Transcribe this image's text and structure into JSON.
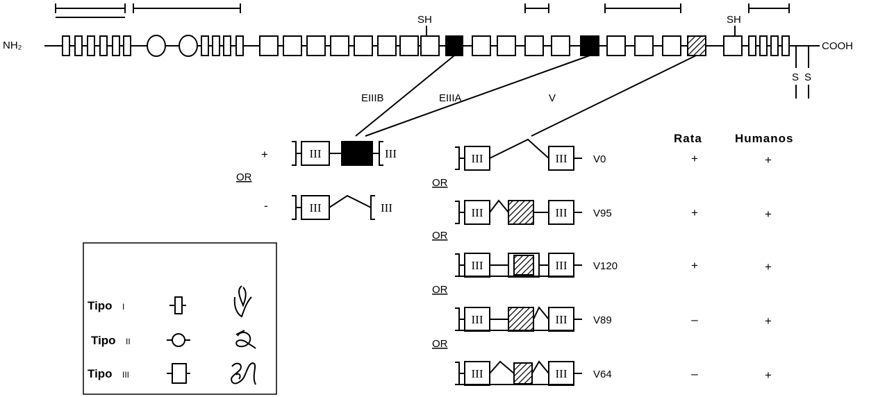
{
  "protein": {
    "n_terminus": "NH₂",
    "c_terminus": "COOH",
    "sh_label": "SH",
    "s_label": "S"
  },
  "splice_sites": {
    "eiiib": "EIIIB",
    "eiiia": "EIIIA",
    "v": "V"
  },
  "eiii_variants": {
    "included_sign": "+",
    "excluded_sign": "-",
    "or_label": "OR",
    "module_label": "III"
  },
  "v_region": {
    "or_label": "OR",
    "module_label": "III",
    "columns": [
      "Rata",
      "Humanos"
    ],
    "rows": [
      {
        "name": "V0",
        "rata": "+",
        "humanos": "+"
      },
      {
        "name": "V95",
        "rata": "+",
        "humanos": "+"
      },
      {
        "name": "V120",
        "rata": "+",
        "humanos": "+"
      },
      {
        "name": "V89",
        "rata": "–",
        "humanos": "+"
      },
      {
        "name": "V64",
        "rata": "–",
        "humanos": "+"
      }
    ]
  },
  "legend": {
    "items": [
      {
        "label": "Tipo",
        "numeral": "I",
        "icon": "type-i-module-icon",
        "fold_icon": "type-i-fold-icon"
      },
      {
        "label": "Tipo",
        "numeral": "II",
        "icon": "type-ii-module-icon",
        "fold_icon": "type-ii-fold-icon"
      },
      {
        "label": "Tipo",
        "numeral": "III",
        "icon": "type-iii-module-icon",
        "fold_icon": "type-iii-fold-icon"
      }
    ]
  }
}
